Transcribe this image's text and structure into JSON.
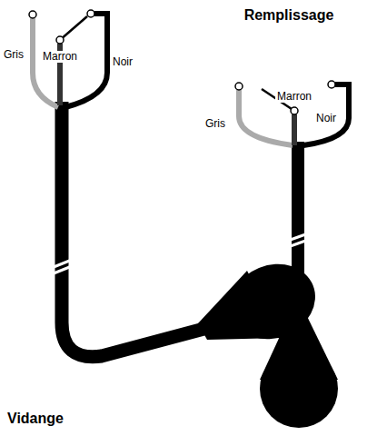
{
  "diagram": {
    "labels": [
      "Gris",
      "Marron",
      "Noir",
      "Vidange",
      "Remplissage",
      "Gris",
      "Marron",
      "Noir"
    ]
  }
}
